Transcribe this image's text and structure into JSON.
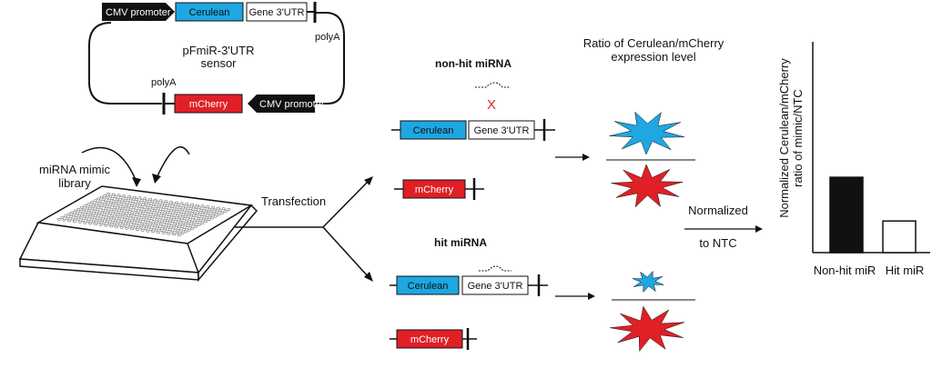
{
  "plasmid": {
    "cmv_promoter_top": "CMV promoter",
    "cerulean_top": "Cerulean",
    "gene_utr_top": "Gene 3'UTR",
    "polya_top": "polyA",
    "name_line1": "pFmiR-3'UTR",
    "name_line2": "sensor",
    "polya_bottom": "polyA",
    "mcherry_bottom": "mCherry",
    "cmv_promoter_bottom": "CMV promoter"
  },
  "library": {
    "line1": "miRNA mimic",
    "line2": "library"
  },
  "transfection_label": "Transfection",
  "ratio_header": {
    "line1": "Ratio of Cerulean/mCherry",
    "line2": "expression level"
  },
  "non_hit": {
    "title": "non-hit miRNA",
    "block_mark": "X",
    "cerulean": "Cerulean",
    "gene_utr": "Gene 3'UTR",
    "mcherry": "mCherry"
  },
  "hit": {
    "title": "hit miRNA",
    "cerulean": "Cerulean",
    "gene_utr": "Gene 3'UTR",
    "mcherry": "mCherry"
  },
  "normalized": {
    "line1": "Normalized",
    "line2": "to NTC"
  },
  "bar_chart": {
    "ylabel_line1": "Normalized Cerulean/mCherry",
    "ylabel_line2": "ratio of mimic/NTC",
    "categories": [
      "Non-hit miR",
      "Hit miR"
    ]
  },
  "chart_data": {
    "type": "bar",
    "categories": [
      "Non-hit miR",
      "Hit miR"
    ],
    "values": [
      1.0,
      0.42
    ],
    "xlabel": "",
    "ylabel": "Normalized Cerulean/mCherry ratio of mimic/NTC",
    "ylim": [
      0,
      2.8
    ],
    "colors": [
      "#111111",
      "#ffffff"
    ],
    "grid": false
  },
  "colors": {
    "cerulean": "#1ea7e1",
    "mcherry": "#e11f26",
    "black": "#111111"
  }
}
